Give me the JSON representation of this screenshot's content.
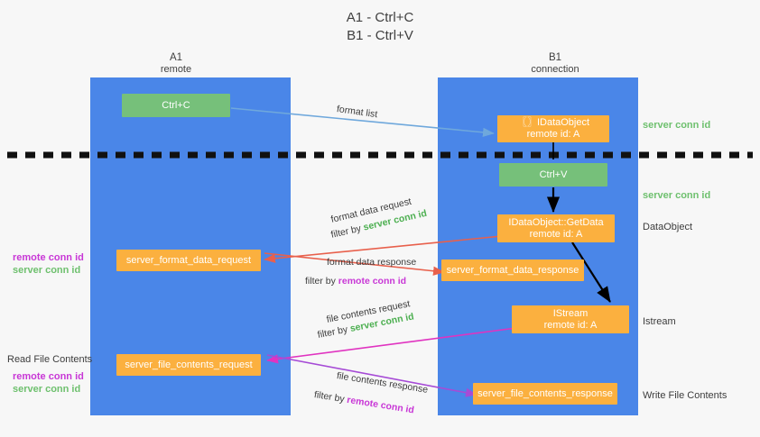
{
  "header": {
    "line1": "A1 - Ctrl+C",
    "line2": "B1 - Ctrl+V"
  },
  "columns": [
    {
      "name": "A1",
      "role": "remote"
    },
    {
      "name": "B1",
      "role": "connection"
    }
  ],
  "nodes": {
    "ctrl_c": {
      "label": "Ctrl+C",
      "color": "#76c07a"
    },
    "ctrl_v": {
      "label": "Ctrl+V",
      "color": "#76c07a"
    },
    "idataobject": {
      "line1": "〖〗IDataObject",
      "line2": "remote id: A",
      "color": "#fbb03f"
    },
    "getdata": {
      "line1": "IDataObject::GetData",
      "line2": "remote id: A",
      "color": "#fbb03f"
    },
    "istream": {
      "line1": "IStream",
      "line2": "remote id: A",
      "color": "#fbb03f"
    },
    "fmt_req": {
      "label": "server_format_data_request",
      "color": "#fbb03f"
    },
    "fmt_resp": {
      "label": "server_format_data_response",
      "color": "#fbb03f"
    },
    "file_req": {
      "label": "server_file_contents_request",
      "color": "#fbb03f"
    },
    "file_resp": {
      "label": "server_file_contents_response",
      "color": "#fbb03f"
    }
  },
  "edge_labels": {
    "format_list": "format list",
    "fmt_req_title": "format data request",
    "fmt_req_filter_pre": "filter by ",
    "fmt_req_filter_val": "server conn id",
    "fmt_resp_title": "format data response",
    "fmt_resp_filter_pre": "filter by ",
    "fmt_resp_filter_val": "remote conn id",
    "file_req_title": "file contents request",
    "file_req_filter_pre": "filter by ",
    "file_req_filter_val": "server conn id",
    "file_resp_title": "file contents response",
    "file_resp_filter_pre": "filter by ",
    "file_resp_filter_val": "remote conn id"
  },
  "right_notes": [
    {
      "text": "server conn id",
      "style": "green"
    },
    {
      "text": "server conn id",
      "style": "green"
    },
    {
      "text": "DataObject",
      "style": "plain"
    },
    {
      "text": "Istream",
      "style": "plain"
    },
    {
      "text": "Write File Contents",
      "style": "plain"
    }
  ],
  "left_notes": {
    "group1_line1": "remote conn id",
    "group1_line2": "server conn id",
    "read_file_contents": "Read File Contents",
    "group2_line1": "remote conn id",
    "group2_line2": "server conn id"
  },
  "colors": {
    "lane": "#4a86e8",
    "green_node": "#76c07a",
    "orange_node": "#fbb03f",
    "green_text": "#6ec06e",
    "purple_text": "#c837d6",
    "arrow_blue": "#6fa8dc",
    "arrow_red": "#e8604c",
    "arrow_magenta": "#e033c0",
    "arrow_purple": "#a64bd6",
    "arrow_black": "#000000",
    "background": "#f7f7f7"
  }
}
